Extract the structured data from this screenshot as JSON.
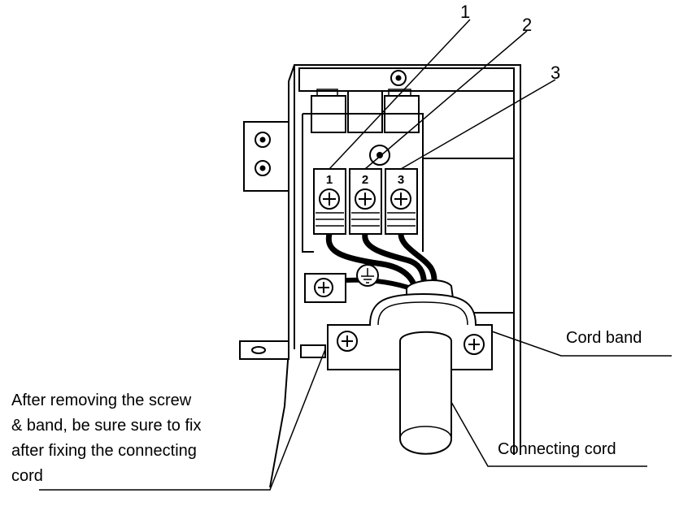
{
  "callouts": [
    "1",
    "2",
    "3"
  ],
  "terminal_labels": [
    "1",
    "2",
    "3"
  ],
  "labels": {
    "cord_band": "Cord band",
    "connecting_cord": "Connecting cord",
    "note_lines": [
      "After removing the screw",
      "& band, be sure sure to fix",
      "after fixing the connecting",
      "cord"
    ]
  }
}
